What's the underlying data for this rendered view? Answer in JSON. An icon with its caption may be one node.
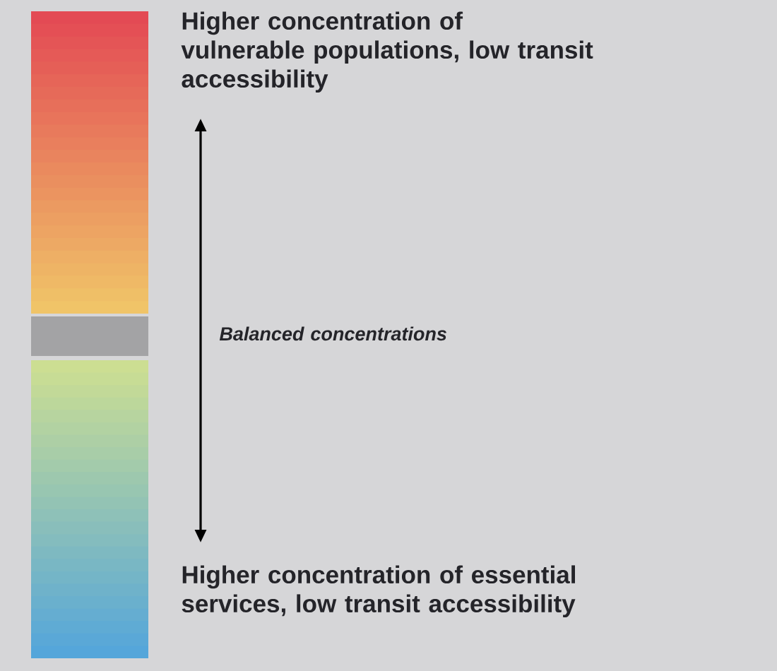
{
  "diagram": {
    "legend": [
      {
        "text": "Higher concentration of vulnerable populations, low transit accessibility",
        "color": "#e34a54"
      },
      {
        "text": "Balanced concentrations",
        "color": "#a3a3a5"
      },
      {
        "text": "Higher concentration of essential services, low transit accessibility",
        "color": "#55a6da"
      }
    ]
  }
}
